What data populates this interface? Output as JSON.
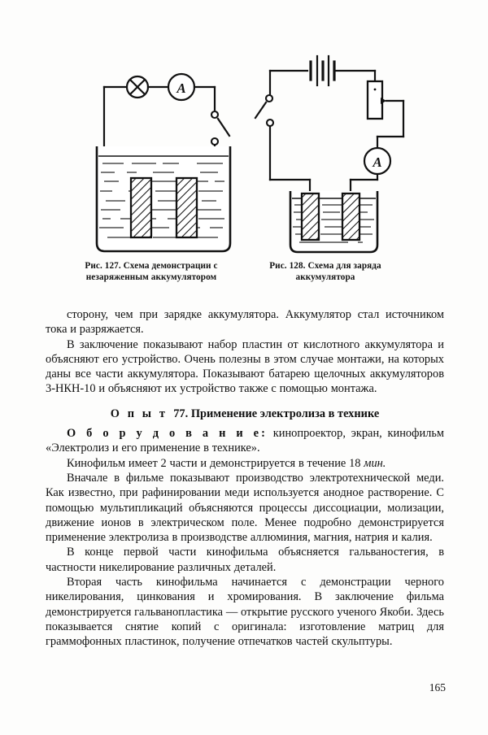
{
  "page": {
    "number": "165",
    "background_color": "#fdfdfc",
    "ink_color": "#111111"
  },
  "figures": [
    {
      "id": "fig-127",
      "caption": "Рис. 127. Схема демонстрации с незаряженным аккумулятором",
      "components": [
        "lamp-symbol",
        "ammeter-symbol",
        "knife-switch-symbol",
        "electrode-plate",
        "electrolyte-vessel"
      ],
      "ammeter_label": "A"
    },
    {
      "id": "fig-128",
      "caption": "Рис. 128. Схема для заряда аккумулятора",
      "components": [
        "battery-symbol",
        "rheostat-symbol",
        "ammeter-symbol",
        "knife-switch-symbol",
        "electrode-plate",
        "electrolyte-vessel"
      ],
      "ammeter_label": "A"
    }
  ],
  "body": {
    "paragraph_1": "сторону, чем при зарядке аккумулятора. Аккумулятор стал источником тока и разряжается.",
    "paragraph_2": "В заключение показывают набор пластин от кислотного аккумулятора и объясняют его устройство. Очень полезны в этом случае монтажи, на которых даны все части аккумулятора. Показывают батарею щелочных аккумуляторов 3-НКН-10 и объясняют их устройство также с помощью монтажа.",
    "heading": {
      "label": "О п ы т",
      "number": "77.",
      "title": "Применение электролиза в технике"
    },
    "equipment": {
      "label": "О б о р у д о в а н и е:",
      "text": " кинопроектор, экран, кинофильм «Электролиз и его применение в технике»."
    },
    "paragraph_3_a": "Кинофильм имеет 2 части и демонстрируется в течение 18 ",
    "paragraph_3_italic": "мин.",
    "paragraph_4": "Вначале в фильме показывают производство электротехнической меди. Как известно, при рафинировании меди используется анодное растворение. С помощью мультипликаций объясняются процессы диссоциации, молизации, движение ионов в электрическом поле. Менее подробно демонстрируется применение электролиза в производстве аллюминия, магния, натрия и калия.",
    "paragraph_5": "В конце первой части кинофильма объясняется гальваностегия, в частности никелирование различных деталей.",
    "paragraph_6": "Вторая часть кинофильма начинается с демонстрации черного никелирования, цинкования и хромирования. В заключение фильма демонстрируется гальванопластика — открытие русского ученого Якоби. Здесь показывается снятие копий с оригинала: изготовление матриц для граммофонных пластинок, получение отпечатков частей скульптуры."
  }
}
